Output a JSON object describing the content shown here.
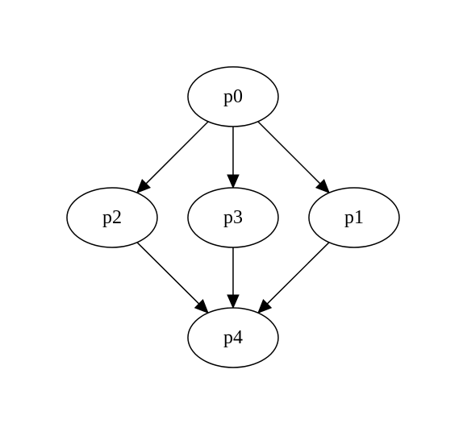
{
  "diagram": {
    "type": "directed-graph",
    "nodes": [
      {
        "id": "p0",
        "label": "p0"
      },
      {
        "id": "p2",
        "label": "p2"
      },
      {
        "id": "p3",
        "label": "p3"
      },
      {
        "id": "p1",
        "label": "p1"
      },
      {
        "id": "p4",
        "label": "p4"
      }
    ],
    "edges": [
      {
        "from": "p0",
        "to": "p2"
      },
      {
        "from": "p0",
        "to": "p3"
      },
      {
        "from": "p0",
        "to": "p1"
      },
      {
        "from": "p2",
        "to": "p4"
      },
      {
        "from": "p3",
        "to": "p4"
      },
      {
        "from": "p1",
        "to": "p4"
      }
    ],
    "colors": {
      "node_fill": "#ffffff",
      "stroke": "#000000",
      "text": "#000000"
    }
  }
}
